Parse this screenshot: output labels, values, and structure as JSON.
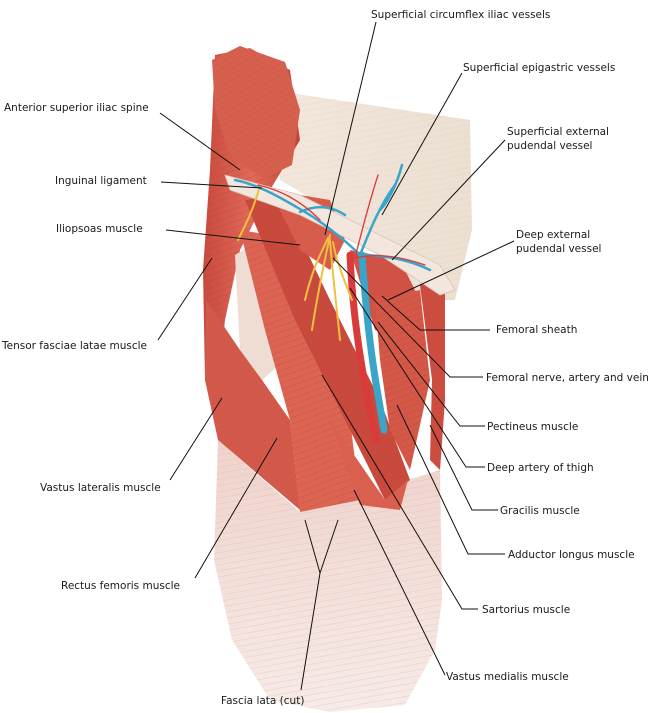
{
  "labels": {
    "superficial_circumflex_iliac_vessels": "Superficial circumflex iliac vessels",
    "superficial_epigastric_vessels": "Superficial epigastric vessels",
    "anterior_superior_iliac_spine": "Anterior superior iliac spine",
    "superficial_external_pudendal_vessel_1": "Superficial external",
    "superficial_external_pudendal_vessel_2": "pudendal vessel",
    "inguinal_ligament": "Inguinal ligament",
    "iliopsoas_muscle": "Iliopsoas muscle",
    "deep_external_pudendal_vessel_1": "Deep external",
    "deep_external_pudendal_vessel_2": "pudendal vessel",
    "tensor_fasciae_latae_muscle": "Tensor fasciae latae muscle",
    "femoral_sheath": "Femoral  sheath",
    "femoral_nerve_artery_vein": "Femoral nerve, artery and vein",
    "pectineus_muscle": "Pectineus muscle",
    "vastus_lateralis_muscle": "Vastus lateralis muscle",
    "deep_artery_of_thigh": "Deep artery of thigh",
    "gracilis_muscle": "Gracilis muscle",
    "adductor_longus_muscle": "Adductor longus muscle",
    "rectus_femoris_muscle": "Rectus femoris muscle",
    "sartorius_muscle": "Sartorius muscle",
    "vastus_medialis_muscle": "Vastus medialis muscle",
    "fascia_lata_cut": "Fascia lata (cut)"
  },
  "colors": {
    "muscle_base": "#d9574a",
    "muscle_dark": "#b83a30",
    "muscle_light": "#eb8c7c",
    "fascia": "#f2dcd6",
    "tendon": "#f6ece6",
    "vein_blue": "#3aa5c8",
    "artery_red": "#d93a3a",
    "nerve_yellow": "#f0c040",
    "leader_line": "#111111"
  }
}
